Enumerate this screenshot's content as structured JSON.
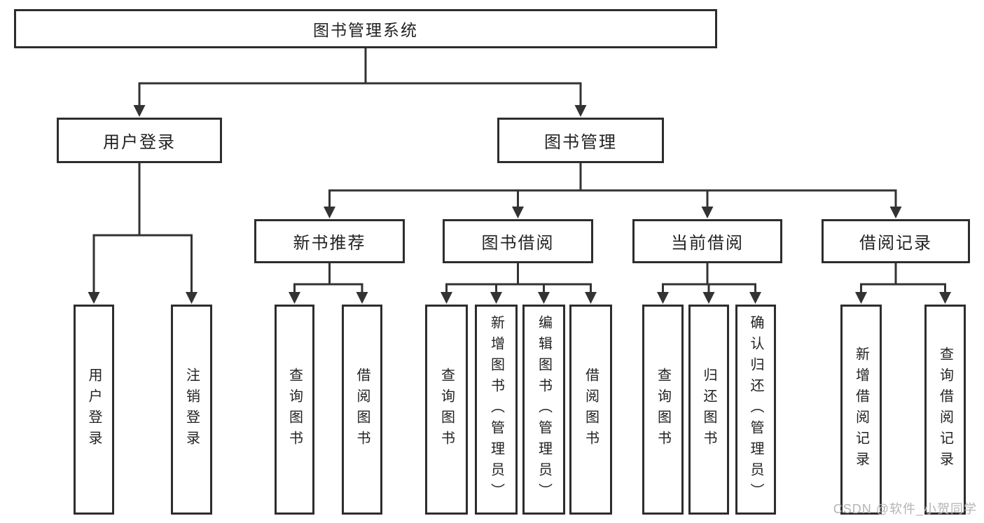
{
  "diagram": {
    "type": "hierarchy-diagram",
    "colors": {
      "line": "#333333",
      "box_border": "#2d2d2d",
      "box_fill": "#ffffff",
      "text": "#222222",
      "watermark": "#b4b4b4",
      "background": "#ffffff"
    }
  },
  "tree": {
    "root": {
      "label": "图书管理系统",
      "children": [
        {
          "label": "用户登录",
          "children": [
            {
              "label": "用户登录"
            },
            {
              "label": "注销登录"
            }
          ]
        },
        {
          "label": "图书管理",
          "children": [
            {
              "label": "新书推荐",
              "children": [
                {
                  "label": "查询图书"
                },
                {
                  "label": "借阅图书"
                }
              ]
            },
            {
              "label": "图书借阅",
              "children": [
                {
                  "label": "查询图书"
                },
                {
                  "label": "新增图书（管理员）"
                },
                {
                  "label": "编辑图书（管理员）"
                },
                {
                  "label": "借阅图书"
                }
              ]
            },
            {
              "label": "当前借阅",
              "children": [
                {
                  "label": "查询图书"
                },
                {
                  "label": "归还图书"
                },
                {
                  "label": "确认归还（管理员）"
                }
              ]
            },
            {
              "label": "借阅记录",
              "children": [
                {
                  "label": "新增借阅记录"
                },
                {
                  "label": "查询借阅记录"
                }
              ]
            }
          ]
        }
      ]
    }
  },
  "watermark": {
    "text": "CSDN @软件_小贺同学"
  }
}
